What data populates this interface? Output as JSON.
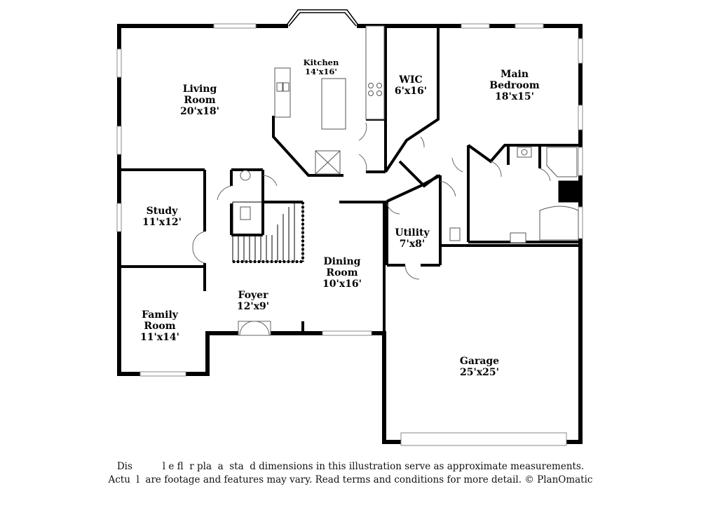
{
  "rooms": {
    "kitchen": {
      "name": "Kitchen",
      "dims": "14'x16'"
    },
    "living": {
      "name_line1": "Living",
      "name_line2": "Room",
      "dims": "20'x18'"
    },
    "wic": {
      "name": "WIC",
      "dims": "6'x16'"
    },
    "main_bedroom": {
      "name_line1": "Main",
      "name_line2": "Bedroom",
      "dims": "18'x15'"
    },
    "study": {
      "name": "Study",
      "dims": "11'x12'"
    },
    "utility": {
      "name": "Utility",
      "dims": "7'x8'"
    },
    "dining": {
      "name_line1": "Dining",
      "name_line2": "Room",
      "dims": "10'x16'"
    },
    "foyer": {
      "name": "Foyer",
      "dims": "12'x9'"
    },
    "family": {
      "name_line1": "Family",
      "name_line2": "Room",
      "dims": "11'x14'"
    },
    "garage": {
      "name": "Garage",
      "dims": "25'x25'"
    }
  },
  "disclaimer": {
    "line1": "Dis          l e fl  r pla  a  sta  d dimensions in this illustration serve as approximate measurements.",
    "line2": "Actu  l  are footage and features may vary. Read terms and conditions for more detail. © PlanOmatic"
  }
}
